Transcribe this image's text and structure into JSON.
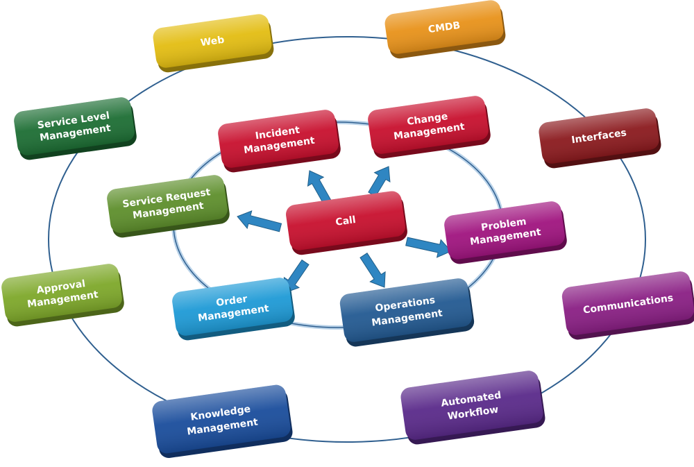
{
  "center": {
    "label": "Call",
    "color": "#c8102e"
  },
  "inner_ring": [
    {
      "key": "incident",
      "lines": [
        "Incident",
        "Management"
      ],
      "color": "#c8102e"
    },
    {
      "key": "change",
      "lines": [
        "Change",
        "Management"
      ],
      "color": "#c8102e"
    },
    {
      "key": "service-request",
      "lines": [
        "Service Request",
        "Management"
      ],
      "color": "#5e8f2c"
    },
    {
      "key": "problem",
      "lines": [
        "Problem",
        "Management"
      ],
      "color": "#a0147f"
    },
    {
      "key": "order",
      "lines": [
        "Order",
        "Management"
      ],
      "color": "#1e9ad6"
    },
    {
      "key": "operations",
      "lines": [
        "Operations",
        "Management"
      ],
      "color": "#235a92"
    }
  ],
  "outer_ring": [
    {
      "key": "web",
      "lines": [
        "Web"
      ],
      "color": "#e3bd12"
    },
    {
      "key": "cmdb",
      "lines": [
        "CMDB"
      ],
      "color": "#e8921a"
    },
    {
      "key": "service-level",
      "lines": [
        "Service Level",
        "Management"
      ],
      "color": "#1d6e34"
    },
    {
      "key": "interfaces",
      "lines": [
        "Interfaces"
      ],
      "color": "#8b1a1e"
    },
    {
      "key": "approval",
      "lines": [
        "Approval",
        "Management"
      ],
      "color": "#7ea82a"
    },
    {
      "key": "communications",
      "lines": [
        "Communications"
      ],
      "color": "#8a1f84"
    },
    {
      "key": "knowledge",
      "lines": [
        "Knowledge",
        "Management"
      ],
      "color": "#1a4d9c"
    },
    {
      "key": "automated-workflow",
      "lines": [
        "Automated",
        "Workflow"
      ],
      "color": "#5a2a8a"
    }
  ],
  "arrow_color": "#2f86c2",
  "ring_color": "#2f5f8f"
}
